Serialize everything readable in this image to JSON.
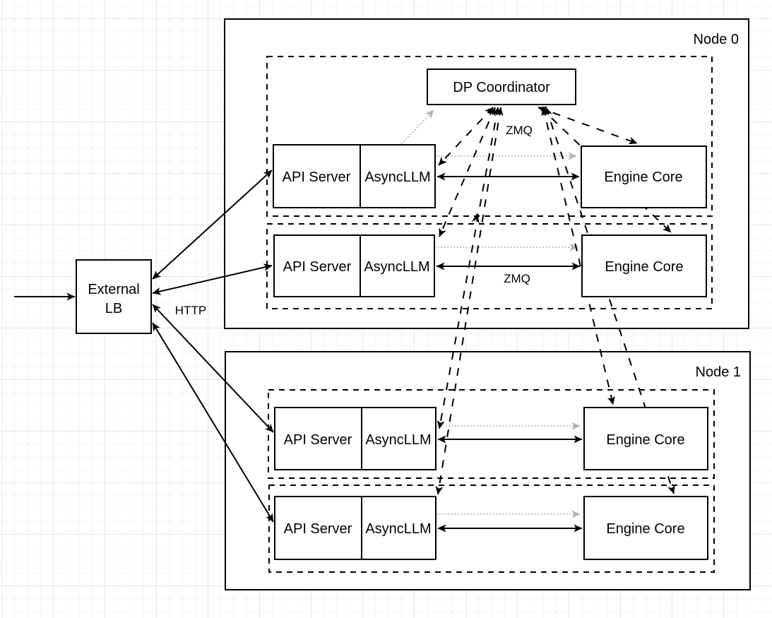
{
  "diagram": {
    "node0": {
      "label": "Node 0"
    },
    "node1": {
      "label": "Node 1"
    },
    "dp_coordinator": {
      "label": "DP Coordinator"
    },
    "external_lb": {
      "line1": "External",
      "line2": "LB"
    },
    "row_boxes": {
      "api_server": "API Server",
      "asyncllm": "AsyncLLM",
      "engine_core": "Engine Core"
    },
    "edge_labels": {
      "http": "HTTP",
      "zmq_coordinator": "ZMQ",
      "zmq_engine": "ZMQ"
    },
    "colors": {
      "line": "#000000",
      "gray_link": "#b0b0b0",
      "node_fill": "#ffffff"
    }
  }
}
